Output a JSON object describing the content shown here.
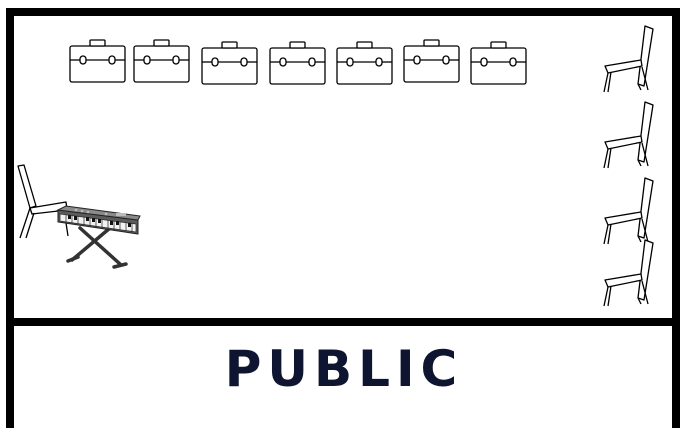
{
  "stage": {
    "border_color": "#000000",
    "background_color": "#ffffff"
  },
  "audience": {
    "label": "PUBLIC",
    "label_color": "#0e1530"
  },
  "items": {
    "cases": {
      "icon": "flight-case-icon",
      "count": 7
    },
    "chairs": {
      "icon": "chair-icon",
      "count": 5
    },
    "keyboard": {
      "icon": "keyboard-on-stand-icon",
      "count": 1
    }
  }
}
